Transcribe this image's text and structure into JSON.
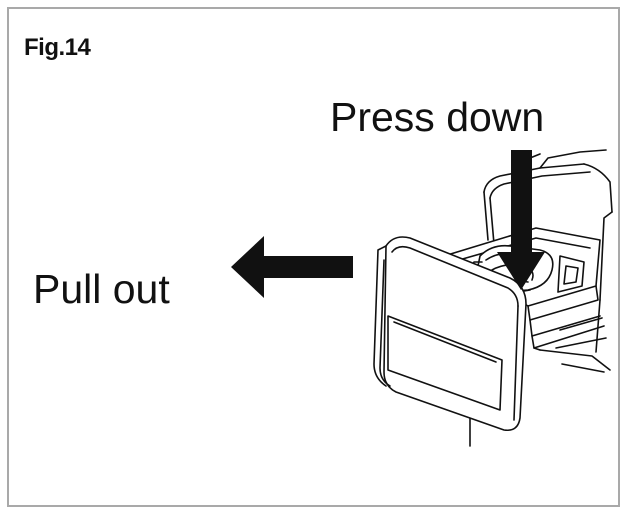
{
  "figure": {
    "label": "Fig.14"
  },
  "annotations": {
    "press": "Press down",
    "pull": "Pull out"
  },
  "colors": {
    "ink": "#111111",
    "border": "#a9a9a9",
    "background": "#ffffff"
  }
}
